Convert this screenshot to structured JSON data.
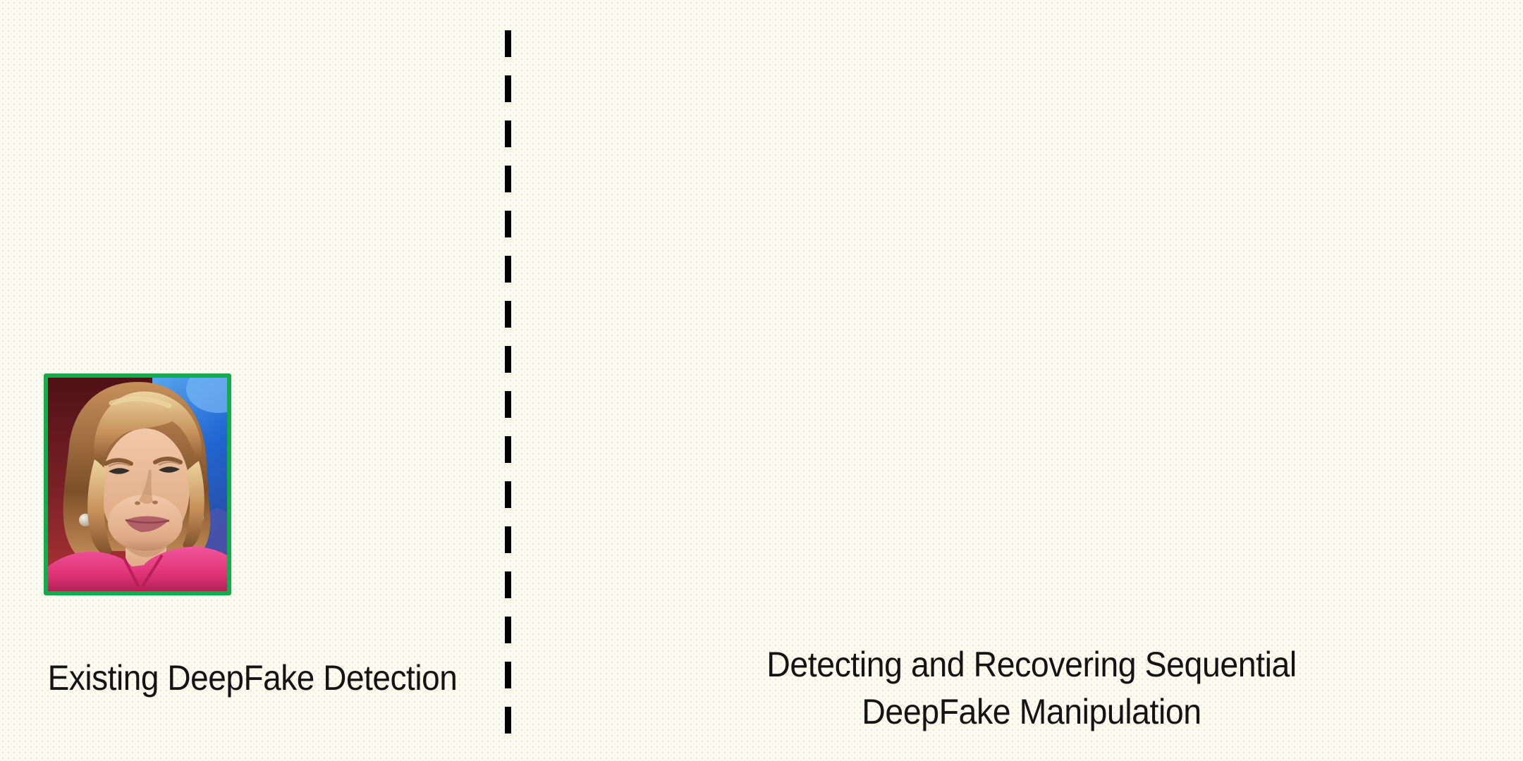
{
  "slide": {
    "left_panel": {
      "caption": "Existing DeepFake Detection",
      "portrait": {
        "description": "face crop of a woman news presenter with green detection box",
        "border_color": "#12ac4b"
      }
    },
    "right_panel": {
      "title_line1": "Detecting and Recovering Sequential",
      "title_line2": "DeepFake Manipulation"
    },
    "divider": {
      "style": "vertical dashed line",
      "color": "#000000"
    }
  },
  "palette": {
    "page_bg": "#fcfcf5",
    "page_dot": "#d8d88a80",
    "page_dot_faint": "#d8d88a40",
    "text": "#141414",
    "divider": "#000000",
    "frame_green": "#12ac4b",
    "bg_red_top": "#4e1116",
    "bg_red_mid": "#7c2226",
    "bg_red_bottom": "#b23438",
    "bg_blue_top": "#57a7f0",
    "bg_blue_mid": "#2166d2",
    "bg_blue_bottom": "#28499b",
    "hair_light": "#ecd49e",
    "hair_mid": "#c6905a",
    "hair_dark": "#7e4f28",
    "skin_light": "#f2c9a8",
    "skin_mid": "#e0ac87",
    "skin_shadow": "#c08a66",
    "blazer_light": "#f2549c",
    "blazer_mid": "#e03577",
    "blazer_dark": "#b81f56",
    "lip": "#b25f68",
    "lip_dark": "#8e4550",
    "pearl_light": "#f6f3ea",
    "pearl_dark": "#9a937f",
    "eye_dark": "#33302b",
    "brow": "#8a5a34"
  }
}
